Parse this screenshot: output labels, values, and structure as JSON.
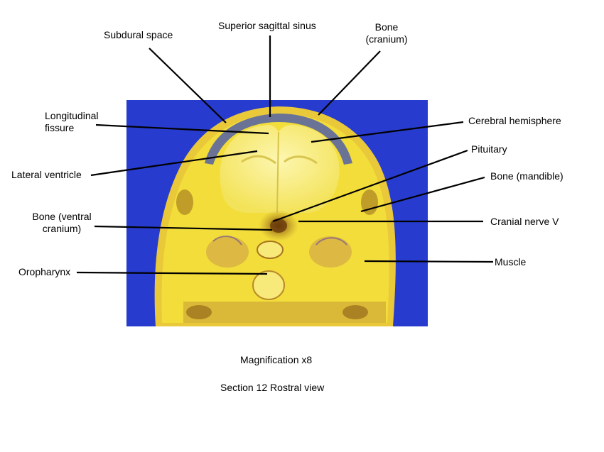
{
  "labels": {
    "subdural_space": "Subdural space",
    "superior_sagittal_sinus": "Superior sagittal sinus",
    "bone_cranium_1": "Bone",
    "bone_cranium_2": "(cranium)",
    "longitudinal_fissure_1": "Longitudinal",
    "longitudinal_fissure_2": "fissure",
    "cerebral_hemisphere": "Cerebral hemisphere",
    "pituitary": "Pituitary",
    "lateral_ventricle": "Lateral ventricle",
    "bone_mandible": "Bone (mandible)",
    "bone_ventral_cranium_1": "Bone (ventral",
    "bone_ventral_cranium_2": "cranium)",
    "cranial_nerve_v": "Cranial nerve V",
    "muscle": "Muscle",
    "oropharynx": "Oropharynx"
  },
  "captions": {
    "magnification": "Magnification x8",
    "section": "Section 12 Rostral view"
  },
  "colors": {
    "background_blue": "#2b3fd6",
    "tissue_yellow": "#f2e12e",
    "brain_pale": "#faf29a",
    "tissue_brown": "#9a6a1c"
  }
}
